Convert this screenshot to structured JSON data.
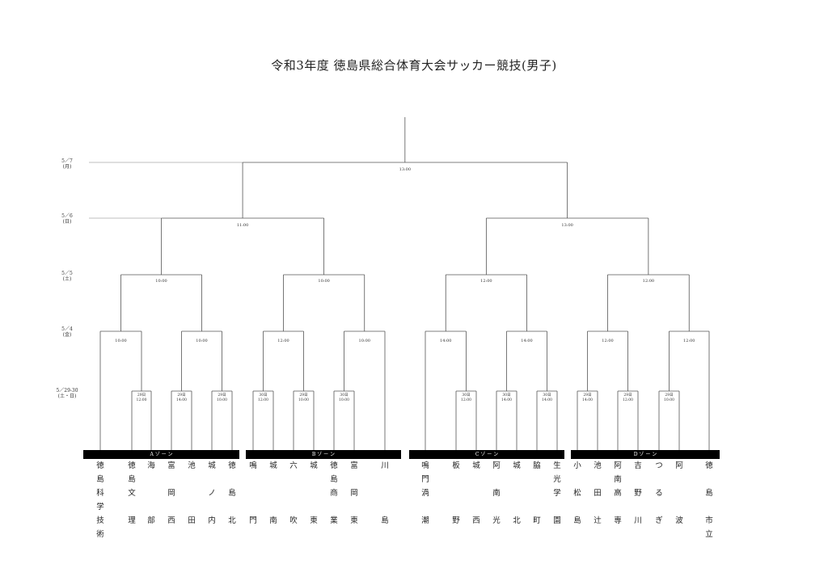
{
  "title": "令和3年度 徳島県総合体育大会サッカー競技(男子)",
  "dates": [
    {
      "day": "5／7",
      "dow": "(月)"
    },
    {
      "day": "5／6",
      "dow": "(日)"
    },
    {
      "day": "5／5",
      "dow": "(土)"
    },
    {
      "day": "5／4",
      "dow": "(金)"
    },
    {
      "day": "5／29-30",
      "dow": "(土・日)"
    }
  ],
  "zones": [
    "A ゾ ー ン",
    "B ゾ ー ン",
    "C ゾ ー ン",
    "D ゾ ー ン"
  ],
  "final_time": "13:00",
  "semi_times": [
    "11:00",
    "13:00"
  ],
  "qf_times": [
    "10:00",
    "10:00",
    "12:00",
    "12:00"
  ],
  "r16_times": [
    "10:00",
    "10:00",
    "12:00",
    "10:00",
    "14:00",
    "14:00",
    "12:00",
    "12:00"
  ],
  "first_round": [
    {
      "day": "29日",
      "time": "12:00"
    },
    {
      "day": "29日",
      "time": "14:00"
    },
    {
      "day": "29日",
      "time": "10:00"
    },
    {
      "day": "30日",
      "time": "12:00"
    },
    {
      "day": "29日",
      "time": "10:00"
    },
    {
      "day": "30日",
      "time": "10:00"
    },
    {
      "day": "30日",
      "time": "12:00"
    },
    {
      "day": "30日",
      "time": "14:00"
    },
    {
      "day": "30日",
      "time": "14:00"
    },
    {
      "day": "29日",
      "time": "14:00"
    },
    {
      "day": "29日",
      "time": "12:00"
    },
    {
      "day": "29日",
      "time": "10:00"
    }
  ],
  "teams": [
    [
      "徳",
      "島",
      "科",
      "学",
      "技",
      "術"
    ],
    [
      "徳",
      "島",
      "文",
      "",
      "理"
    ],
    [
      "海",
      "",
      "",
      "",
      "部"
    ],
    [
      "富",
      "",
      "岡",
      "",
      "西"
    ],
    [
      "池",
      "",
      "",
      "",
      "田"
    ],
    [
      "城",
      "",
      "ノ",
      "",
      "内"
    ],
    [
      "徳",
      "",
      "島",
      "",
      "北"
    ],
    [
      "鳴",
      "",
      "",
      "",
      "門"
    ],
    [
      "城",
      "",
      "",
      "",
      "南"
    ],
    [
      "六",
      "",
      "",
      "",
      "吹"
    ],
    [
      "城",
      "",
      "",
      "",
      "東"
    ],
    [
      "徳",
      "島",
      "商",
      "",
      "業"
    ],
    [
      "富",
      "",
      "岡",
      "",
      "東"
    ],
    [
      "川",
      "",
      "",
      "",
      "島"
    ],
    [
      "鳴",
      "門",
      "渦",
      "",
      "潮"
    ],
    [
      "板",
      "",
      "",
      "",
      "野"
    ],
    [
      "城",
      "",
      "",
      "",
      "西"
    ],
    [
      "阿",
      "",
      "南",
      "",
      "光"
    ],
    [
      "城",
      "",
      "",
      "",
      "北"
    ],
    [
      "脇",
      "",
      "",
      "",
      "町"
    ],
    [
      "生",
      "光",
      "学",
      "",
      "園"
    ],
    [
      "小",
      "",
      "松",
      "",
      "島"
    ],
    [
      "池",
      "",
      "田",
      "",
      "辻"
    ],
    [
      "阿",
      "南",
      "高",
      "",
      "専"
    ],
    [
      "吉",
      "",
      "野",
      "",
      "川"
    ],
    [
      "つ",
      "",
      "る",
      "",
      "ぎ"
    ],
    [
      "阿",
      "",
      "",
      "",
      "波"
    ],
    [
      "徳",
      "",
      "島",
      "",
      "市",
      "立"
    ]
  ]
}
